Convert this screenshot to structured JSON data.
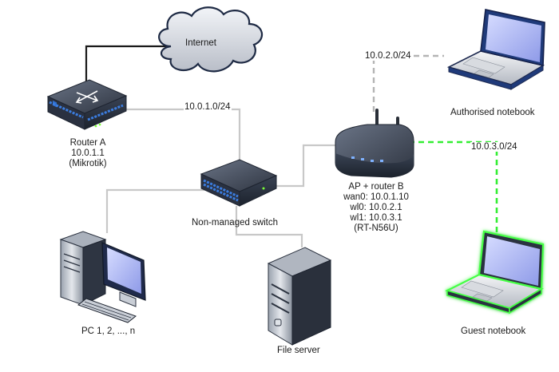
{
  "internet": {
    "label": "Internet"
  },
  "router_a": {
    "lines": [
      "Router A",
      "10.0.1.1",
      "(Mikrotik)"
    ]
  },
  "switch": {
    "label": "Non-managed switch"
  },
  "ap_router": {
    "lines": [
      "AP + router B",
      "wan0: 10.0.1.10",
      "wl0: 10.0.2.1",
      "wl1: 10.0.3.1",
      "(RT-N56U)"
    ]
  },
  "pcs": {
    "label": "PC 1, 2, ..., n"
  },
  "file_server": {
    "label": "File server"
  },
  "authorised_notebook": {
    "label": "Authorised notebook"
  },
  "guest_notebook": {
    "label": "Guest notebook"
  },
  "networks": {
    "lan": "10.0.1.0/24",
    "wl0": "10.0.2.0/24",
    "wl1": "10.0.3.0/24"
  },
  "colors": {
    "wan_link": "#1a1a1a",
    "lan_link": "#c8c8c8",
    "wl0_link": "#b4b4b4",
    "wl1_link": "#33ee33",
    "guest_glow": "#44ff44"
  }
}
